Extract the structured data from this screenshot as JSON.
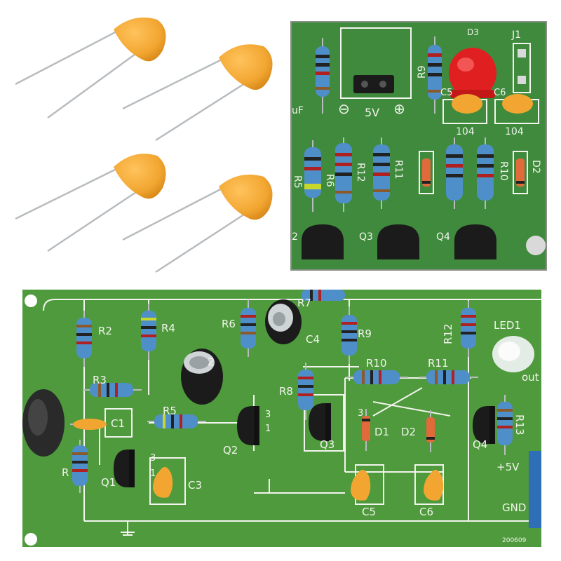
{
  "colors": {
    "pcb": "#4f9a3c",
    "pcb_dark": "#3e7f2f",
    "pcb_top": "#3f8a3c",
    "silkscreen": "#f2f4ee",
    "capacitor": "#f2a631",
    "capacitor_shade": "#d98a1a",
    "lead": "#b8bcbf",
    "resistor_body": "#4f8fc9",
    "transistor": "#1b1b1b",
    "led_red": "#e02020"
  },
  "top_board": {
    "labels": {
      "r9": "R9",
      "r6": "R6",
      "r12": "R12",
      "r11": "R11",
      "r10": "R10",
      "d2": "D2",
      "j1": "J1",
      "d3": "D3",
      "c5": "C5",
      "c6": "C6",
      "cap_code_1": "104",
      "cap_code_2": "104",
      "q2": "2",
      "q3": "Q3",
      "q4": "Q4",
      "power": "5V",
      "plus": "⊕",
      "minus": "⊖",
      "uf": "uF",
      "r5": "R5"
    }
  },
  "bottom_board": {
    "labels": {
      "r2": "R2",
      "r3": "R3",
      "r4": "R4",
      "r5": "R5",
      "r6": "R6",
      "r7": "R7",
      "r8": "R8",
      "r9": "R9",
      "r10": "R10",
      "r11": "R11",
      "r12": "R12",
      "r13": "R13",
      "r1": "R",
      "c1": "C1",
      "c2": "2",
      "c3": "C3",
      "c4": "C4",
      "c5": "C5",
      "c6": "C6",
      "q1": "Q1",
      "q2": "Q2",
      "q3": "Q3",
      "q4": "Q4",
      "d1": "D1",
      "d2": "D2",
      "led1": "LED1",
      "out": "out",
      "vcc": "+5V",
      "gnd": "GND",
      "pin3a": "3",
      "pin1a": "1",
      "pin3b": "3",
      "pin1b": "1",
      "pin3c": "3",
      "date": "200609"
    }
  }
}
